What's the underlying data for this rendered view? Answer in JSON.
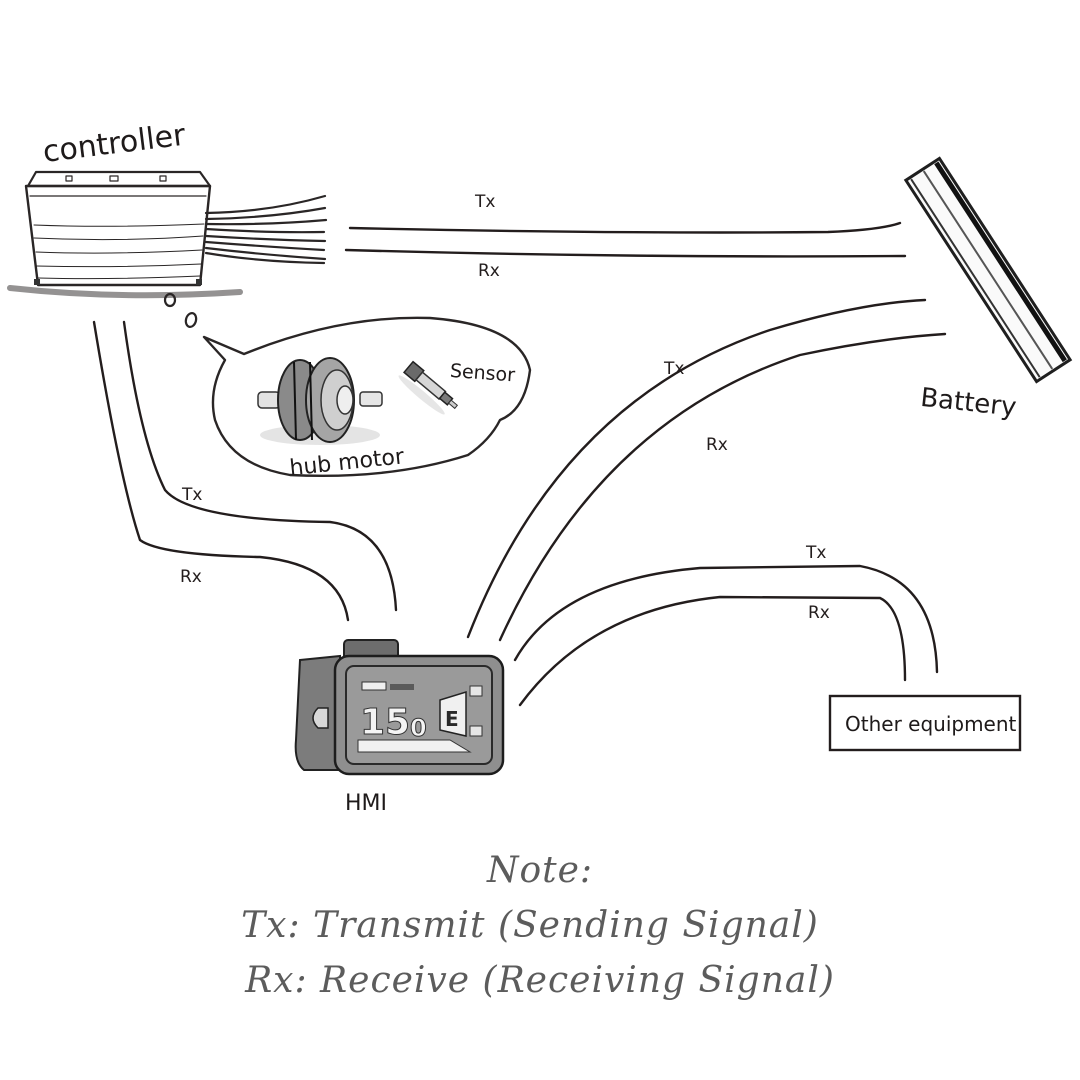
{
  "components": {
    "controller": {
      "label": "controller"
    },
    "battery": {
      "label": "Battery"
    },
    "hmi": {
      "label": "HMI",
      "display": {
        "speed": "15",
        "speed_decimal": "0",
        "mode": "E"
      }
    },
    "other_equipment": {
      "label": "Other equipment"
    },
    "thought_bubble": {
      "items": [
        {
          "label": "hub motor"
        },
        {
          "label": "Sensor"
        }
      ]
    }
  },
  "connections": [
    {
      "from": "controller",
      "to": "battery",
      "tx_label": "Tx",
      "rx_label": "Rx"
    },
    {
      "from": "controller",
      "to": "hmi",
      "tx_label": "Tx",
      "rx_label": "Rx"
    },
    {
      "from": "hmi",
      "to": "battery",
      "tx_label": "Tx",
      "rx_label": "Rx"
    },
    {
      "from": "hmi",
      "to": "other_equipment",
      "tx_label": "Tx",
      "rx_label": "Rx"
    }
  ],
  "note": {
    "title": "Note:",
    "lines": [
      "Tx: Transmit (Sending Signal)",
      "Rx: Receive (Receiving Signal)"
    ]
  }
}
